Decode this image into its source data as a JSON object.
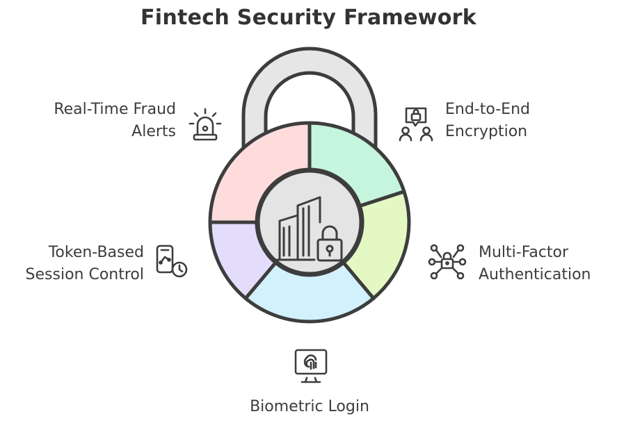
{
  "title": "Fintech Security Framework",
  "segments": [
    {
      "id": "fraud-alerts",
      "line1": "Real-Time Fraud",
      "line2": "Alerts",
      "color": "#ffdcdc",
      "icon": "siren-icon"
    },
    {
      "id": "encryption",
      "line1": "End-to-End",
      "line2": "Encryption",
      "color": "#c5f5dc",
      "icon": "encrypted-chat-icon"
    },
    {
      "id": "mfa",
      "line1": "Multi-Factor",
      "line2": "Authentication",
      "color": "#e4f8c4",
      "icon": "network-lock-icon"
    },
    {
      "id": "biometric",
      "line1": "Biometric Login",
      "line2": "",
      "color": "#d2f1fd",
      "icon": "fingerprint-monitor-icon"
    },
    {
      "id": "session",
      "line1": "Token-Based",
      "line2": "Session Control",
      "color": "#e3dcfb",
      "icon": "phone-clock-icon"
    }
  ],
  "center_icon": "buildings-lock-icon",
  "colors": {
    "stroke": "#3d3d3d",
    "shackle": "#e6e6e6",
    "center": "#e4e4e4"
  }
}
